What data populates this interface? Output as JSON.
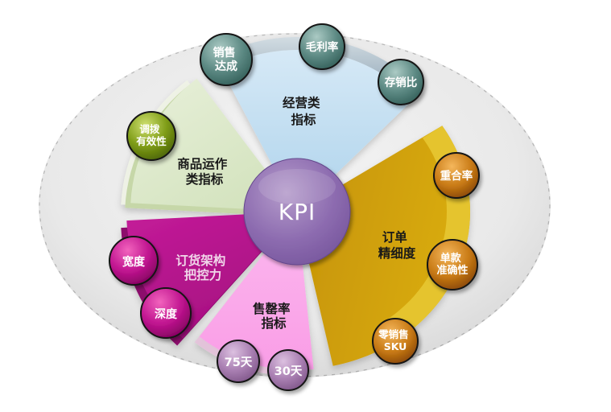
{
  "diagram": {
    "center_label": "KPI",
    "wedges": [
      {
        "name": "operating-indicators",
        "line1": "经营类",
        "line2": "指标",
        "color": "#b5d8ed"
      },
      {
        "name": "order-precision",
        "line1": "订单",
        "line2": "精细度",
        "color": "#d2a008"
      },
      {
        "name": "sellout-rate-indicators",
        "line1": "售罄率",
        "line2": "指标",
        "color": "#fbaae9"
      },
      {
        "name": "order-structure-control",
        "line1": "订货架构",
        "line2": "把控力",
        "color": "#b5158f"
      },
      {
        "name": "merchandise-operation",
        "line1": "商品运作",
        "line2": "类指标",
        "color": "#e0ebcf"
      }
    ],
    "bubbles": [
      {
        "name": "sales-achievement",
        "line1": "销售",
        "line2": "达成",
        "color": "#4e7d77"
      },
      {
        "name": "gross-margin-rate",
        "line1": "毛利率",
        "color": "#4e7d77"
      },
      {
        "name": "stock-to-sales-ratio",
        "line1": "存销比",
        "color": "#4e7d77"
      },
      {
        "name": "allocation-effectiveness",
        "line1": "调拨",
        "line2": "有效性",
        "color": "#6f9113"
      },
      {
        "name": "overlap-rate",
        "line1": "重合率",
        "color": "#c2761a"
      },
      {
        "name": "single-style-accuracy",
        "line1": "单款",
        "line2": "准确性",
        "color": "#c2761a"
      },
      {
        "name": "zero-sales-sku",
        "line1": "零销售",
        "line2": "SKU",
        "color": "#c2761a"
      },
      {
        "name": "days-75",
        "line1": "75天",
        "color": "#9a6fa6"
      },
      {
        "name": "days-30",
        "line1": "30天",
        "color": "#9a6fa6"
      },
      {
        "name": "width",
        "line1": "宽度",
        "color": "#c0138c"
      },
      {
        "name": "depth",
        "line1": "深度",
        "color": "#c0138c"
      }
    ],
    "colors": {
      "center_circle": "#8a6aad",
      "background_ellipse": "#e8e8e8",
      "teal_bubble": "#4e7d77",
      "green_bubble": "#6f9113",
      "orange_bubble": "#c2761a",
      "magenta_bubble": "#c0138c",
      "purple_bubble": "#9a6fa6"
    }
  }
}
